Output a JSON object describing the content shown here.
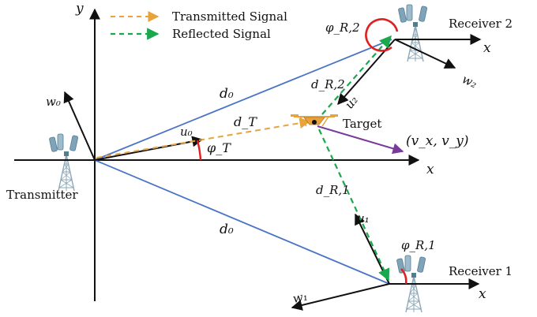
{
  "legend": {
    "transmitted": "Transmitted Signal",
    "reflected": "Reflected Signal"
  },
  "axes": {
    "x_main": "x",
    "y_main": "y",
    "x_r1": "x",
    "x_r2": "x"
  },
  "nodes": {
    "transmitter": "Transmitter",
    "receiver1": "Receiver 1",
    "receiver2": "Receiver 2",
    "target": "Target"
  },
  "labels": {
    "d0_upper": "d₀",
    "d0_lower": "d₀",
    "dT": "d_T",
    "dR1": "d_R,1",
    "dR2": "d_R,2",
    "phiT": "φ_T",
    "phiR1": "φ_R,1",
    "phiR2": "φ_R,2",
    "u0": "u₀",
    "w0": "w₀",
    "u1": "u₁",
    "w1": "w₁",
    "u2": "u₂",
    "w2": "w₂",
    "velocity": "(v_x, v_y)"
  },
  "colors": {
    "transmitted": "#e8a33a",
    "reflected": "#1aa84e",
    "baseline": "#4a74c4",
    "angle": "#e02020",
    "velocity": "#7a3a9a",
    "tower": "#8ea8b8"
  }
}
